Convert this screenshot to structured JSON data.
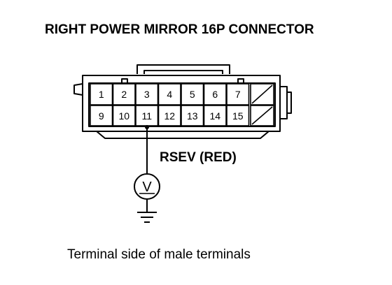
{
  "title": "RIGHT POWER MIRROR 16P CONNECTOR",
  "connector": {
    "top_row": [
      "1",
      "2",
      "3",
      "4",
      "5",
      "6",
      "7"
    ],
    "bottom_row": [
      "9",
      "10",
      "11",
      "12",
      "13",
      "14",
      "15"
    ],
    "probe_pin": "11"
  },
  "probe_label": "RSEV (RED)",
  "meter_symbol": "V",
  "caption": "Terminal side of male terminals"
}
